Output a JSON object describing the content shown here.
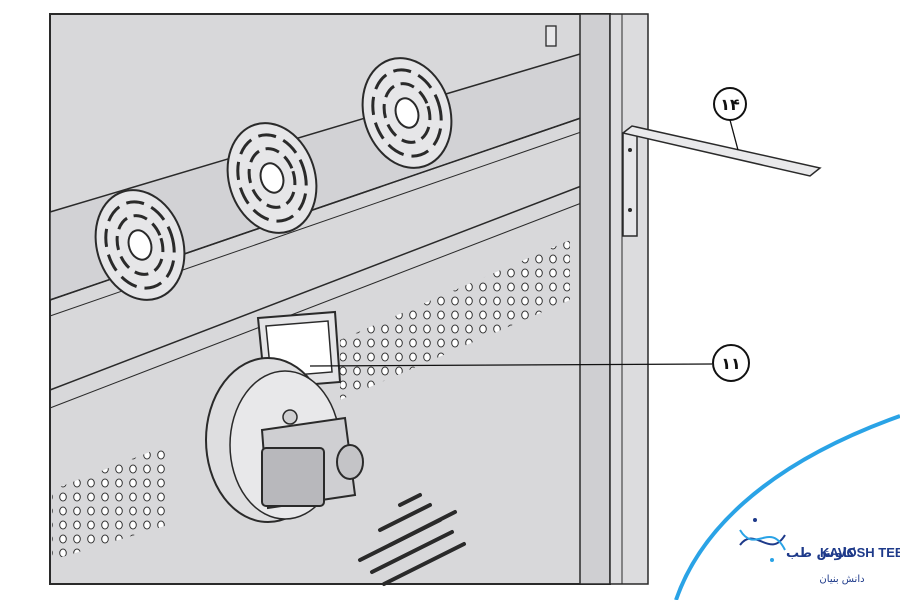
{
  "callouts": [
    {
      "label": "۱۴"
    },
    {
      "label": "۱۱"
    }
  ],
  "watermark": {
    "latin": "KAVOSH TEB",
    "persian_top": "کاوش طب",
    "persian_bottom": "دانش بنیان"
  },
  "colors": {
    "panel": "#d7d7d9",
    "panel_dark": "#c9c9cc",
    "line": "#2a2a2a",
    "brand_blue": "#2aa3e6",
    "brand_navy": "#1e3a8a"
  }
}
